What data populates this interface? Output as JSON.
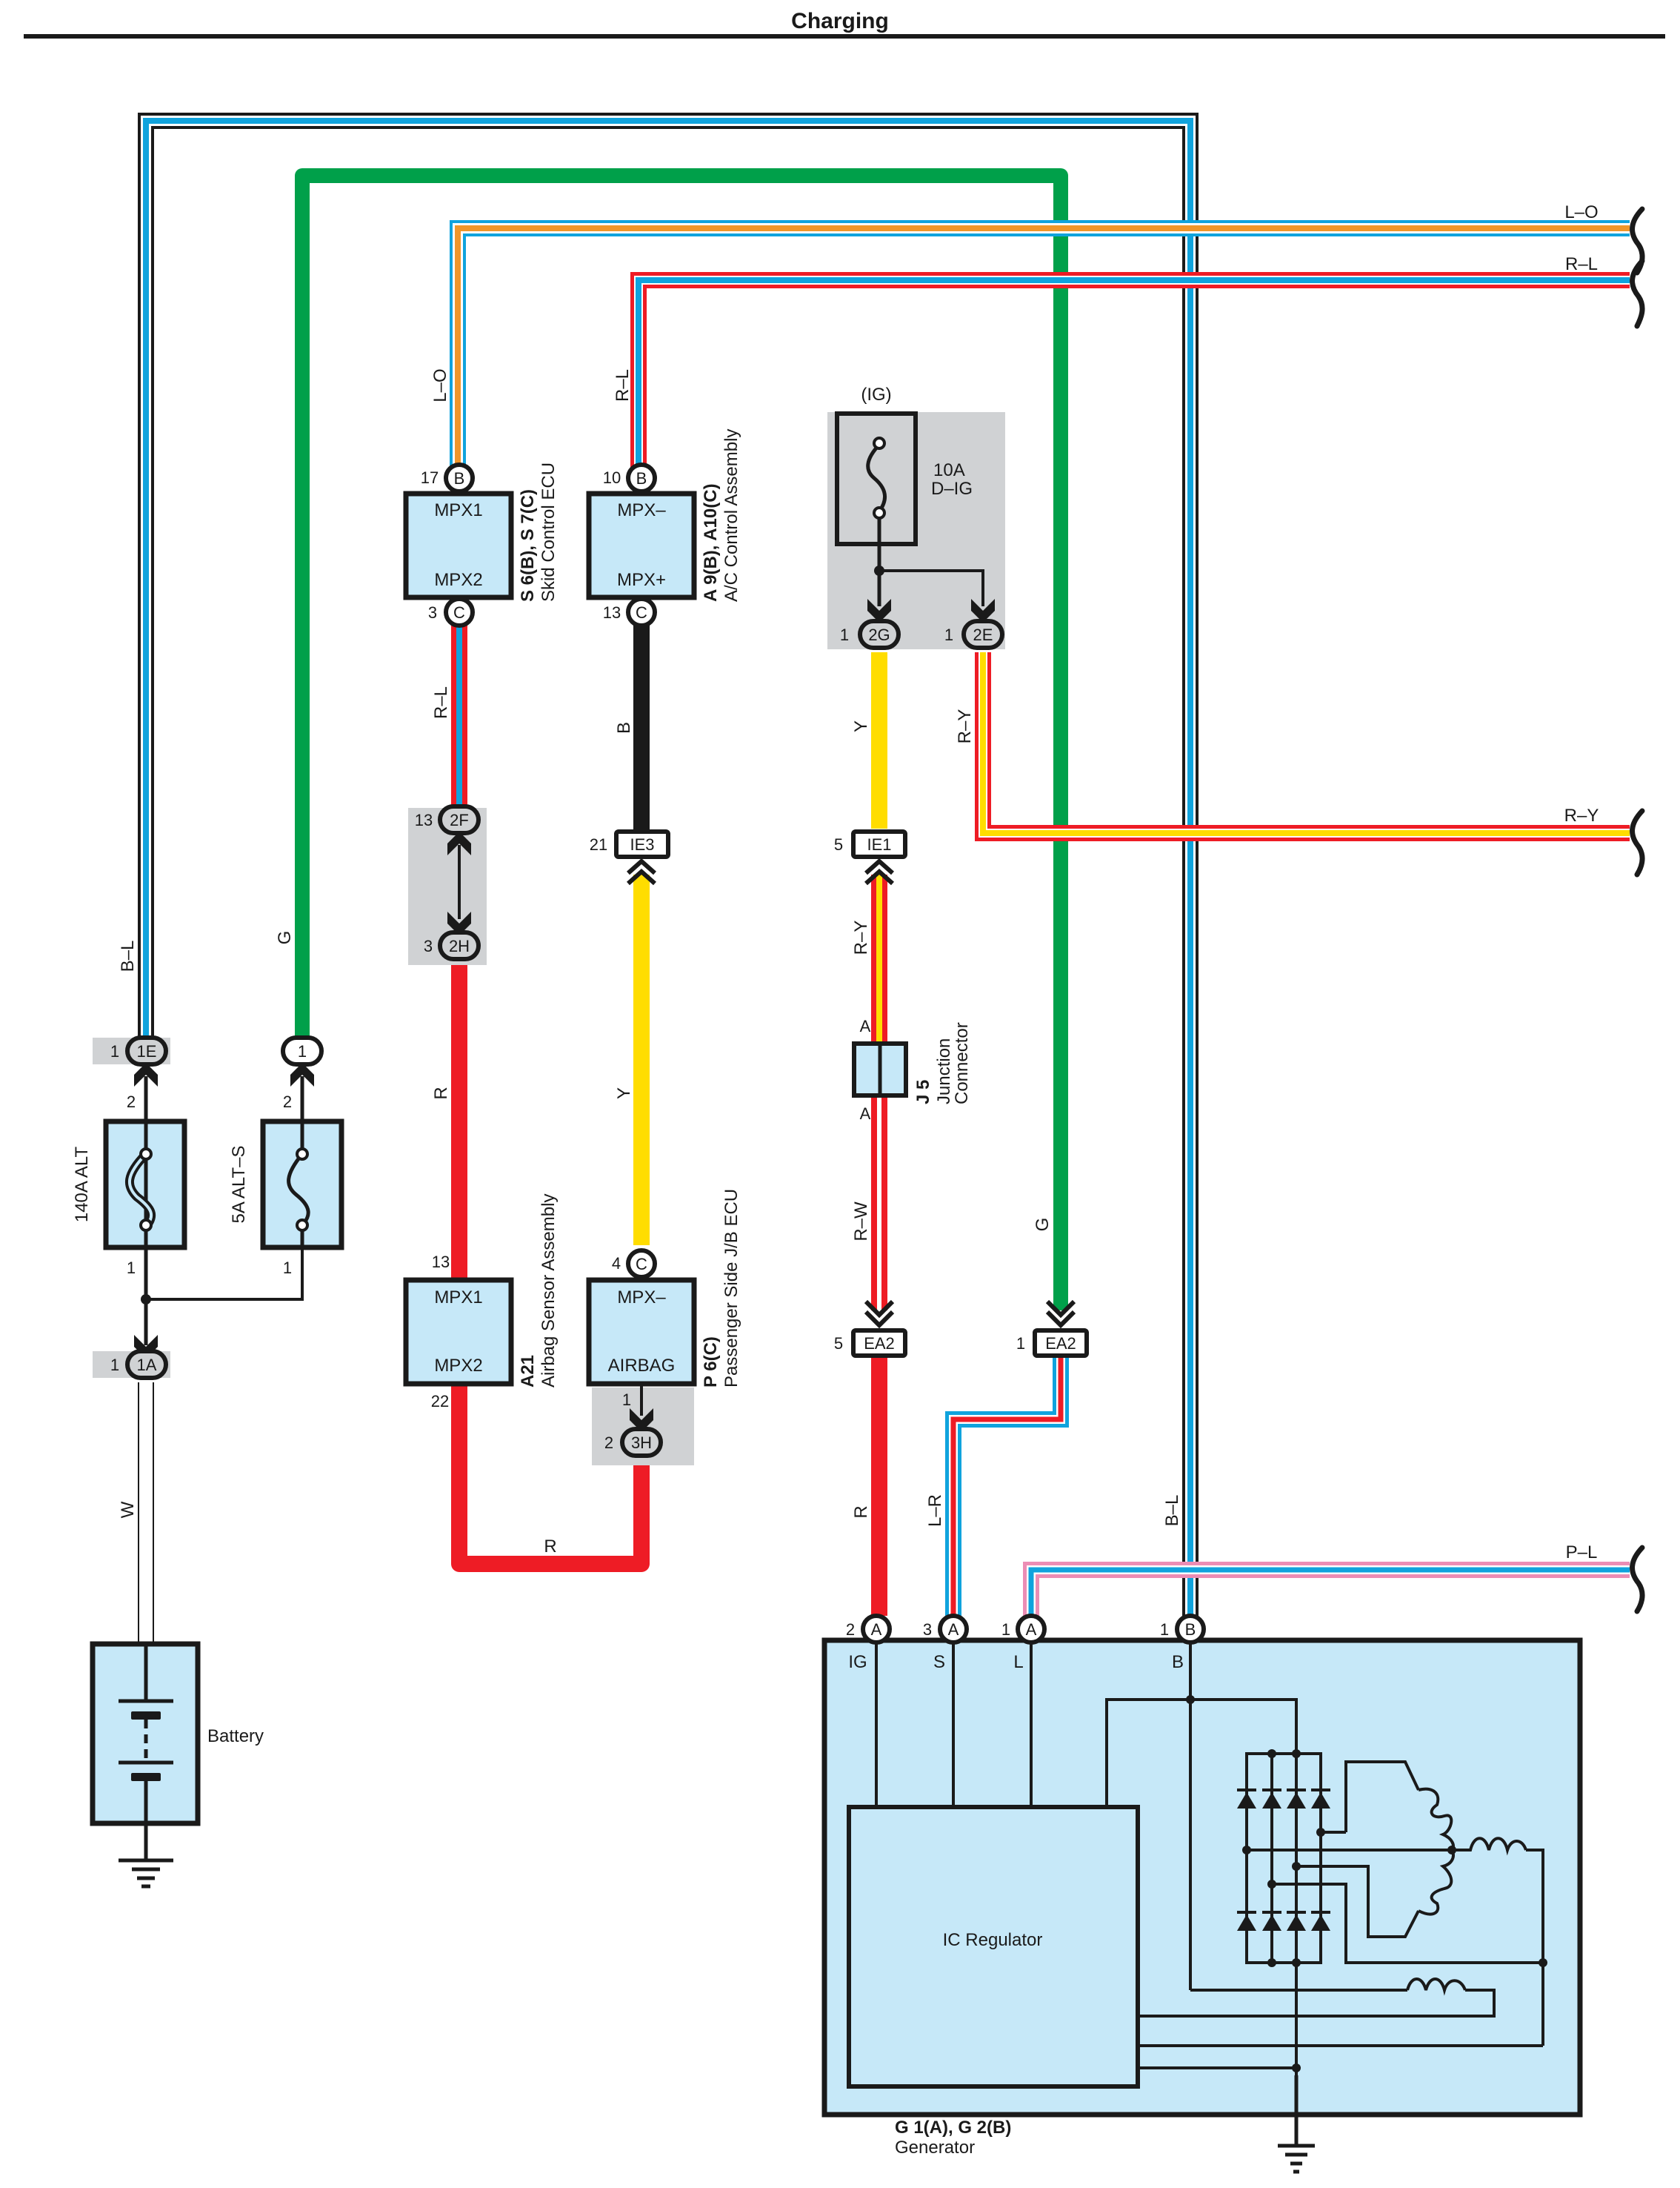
{
  "title": "Charging",
  "colors": {
    "black": "#1a1a1a",
    "blue": "#10a3dd",
    "green": "#00a04a",
    "red": "#ee1c25",
    "yellow": "#ffdd00",
    "orange": "#f0962a",
    "pink": "#ec8db4",
    "white": "#ffffff",
    "component_fill": "#c6e8f8",
    "junction_gray": "#d0d2d4"
  },
  "wires": {
    "bl_left": "B–L",
    "g_left": "G",
    "lo_top": "L–O",
    "rl_top": "R–L",
    "rl_mid": "R–L",
    "r_mid": "R",
    "b_mid": "B",
    "y_mid": "Y",
    "r_bottom": "R",
    "w_battery": "W",
    "y_ig": "Y",
    "ry_ig": "R–Y",
    "ry_j5": "R–Y",
    "rw_j5": "R–W",
    "r_gen": "R",
    "lr_gen": "L–R",
    "g_gen": "G",
    "bl_gen": "B–L",
    "right_lo": "L–O",
    "right_rl": "R–L",
    "right_ry": "R–Y",
    "right_pl": "P–L"
  },
  "components": {
    "skid_ecu": {
      "code": "S 6(B), S 7(C)",
      "name": "Skid Control ECU",
      "pin_top_label": "MPX1",
      "pin_bottom_label": "MPX2",
      "pin_top_no": "17",
      "pin_top_conn": "B",
      "pin_bottom_no": "3",
      "pin_bottom_conn": "C"
    },
    "ac_control": {
      "code": "A 9(B), A10(C)",
      "name": "A/C Control Assembly",
      "pin_top_label": "MPX–",
      "pin_bottom_label": "MPX+",
      "pin_top_no": "10",
      "pin_top_conn": "B",
      "pin_bottom_no": "13",
      "pin_bottom_conn": "C"
    },
    "airbag_sensor": {
      "code": "A21",
      "name": "Airbag Sensor Assembly",
      "pin_top_label": "MPX1",
      "pin_bottom_label": "MPX2",
      "pin_top_no": "13",
      "pin_bottom_no": "22"
    },
    "passenger_jb": {
      "code": "P 6(C)",
      "name": "Passenger Side J/B ECU",
      "pin_top_label": "MPX–",
      "pin_bottom_label": "AIRBAG",
      "pin_top_no": "4",
      "pin_top_conn": "C",
      "out_pin": "1",
      "out_conn_no": "2",
      "out_conn": "3H"
    },
    "fuse_ig": {
      "group": "(IG)",
      "rating": "10A",
      "name": "D–IG",
      "out1_no": "1",
      "out1_conn": "2G",
      "out2_no": "1",
      "out2_conn": "2E"
    },
    "fuse_alt": {
      "label": "140A ALT",
      "pin_top": "2",
      "pin_bottom": "1"
    },
    "fuse_alts": {
      "label": "5A ALT–S",
      "pin_top": "2",
      "pin_bottom": "1"
    },
    "conn_1e": {
      "no": "1",
      "name": "1E"
    },
    "conn_1": {
      "name": "1"
    },
    "conn_1a": {
      "no": "1",
      "name": "1A"
    },
    "conn_2f": {
      "no": "13",
      "name": "2F"
    },
    "conn_2h": {
      "no": "3",
      "name": "2H"
    },
    "conn_ie3": {
      "no": "21",
      "name": "IE3"
    },
    "conn_ie1": {
      "no": "5",
      "name": "IE1"
    },
    "conn_ea2_left": {
      "no": "5",
      "name": "EA2"
    },
    "conn_ea2_right": {
      "no": "1",
      "name": "EA2"
    },
    "j5": {
      "code": "J 5",
      "name_line1": "Junction",
      "name_line2": "Connector",
      "pin_top": "A",
      "pin_bottom": "A"
    },
    "battery": {
      "name": "Battery"
    },
    "generator": {
      "code": "G 1(A), G 2(B)",
      "name": "Generator",
      "regulator": "IC Regulator",
      "terminals": [
        {
          "no": "2",
          "conn": "A",
          "name": "IG"
        },
        {
          "no": "3",
          "conn": "A",
          "name": "S"
        },
        {
          "no": "1",
          "conn": "A",
          "name": "L"
        },
        {
          "no": "1",
          "conn": "B",
          "name": "B"
        }
      ]
    }
  }
}
